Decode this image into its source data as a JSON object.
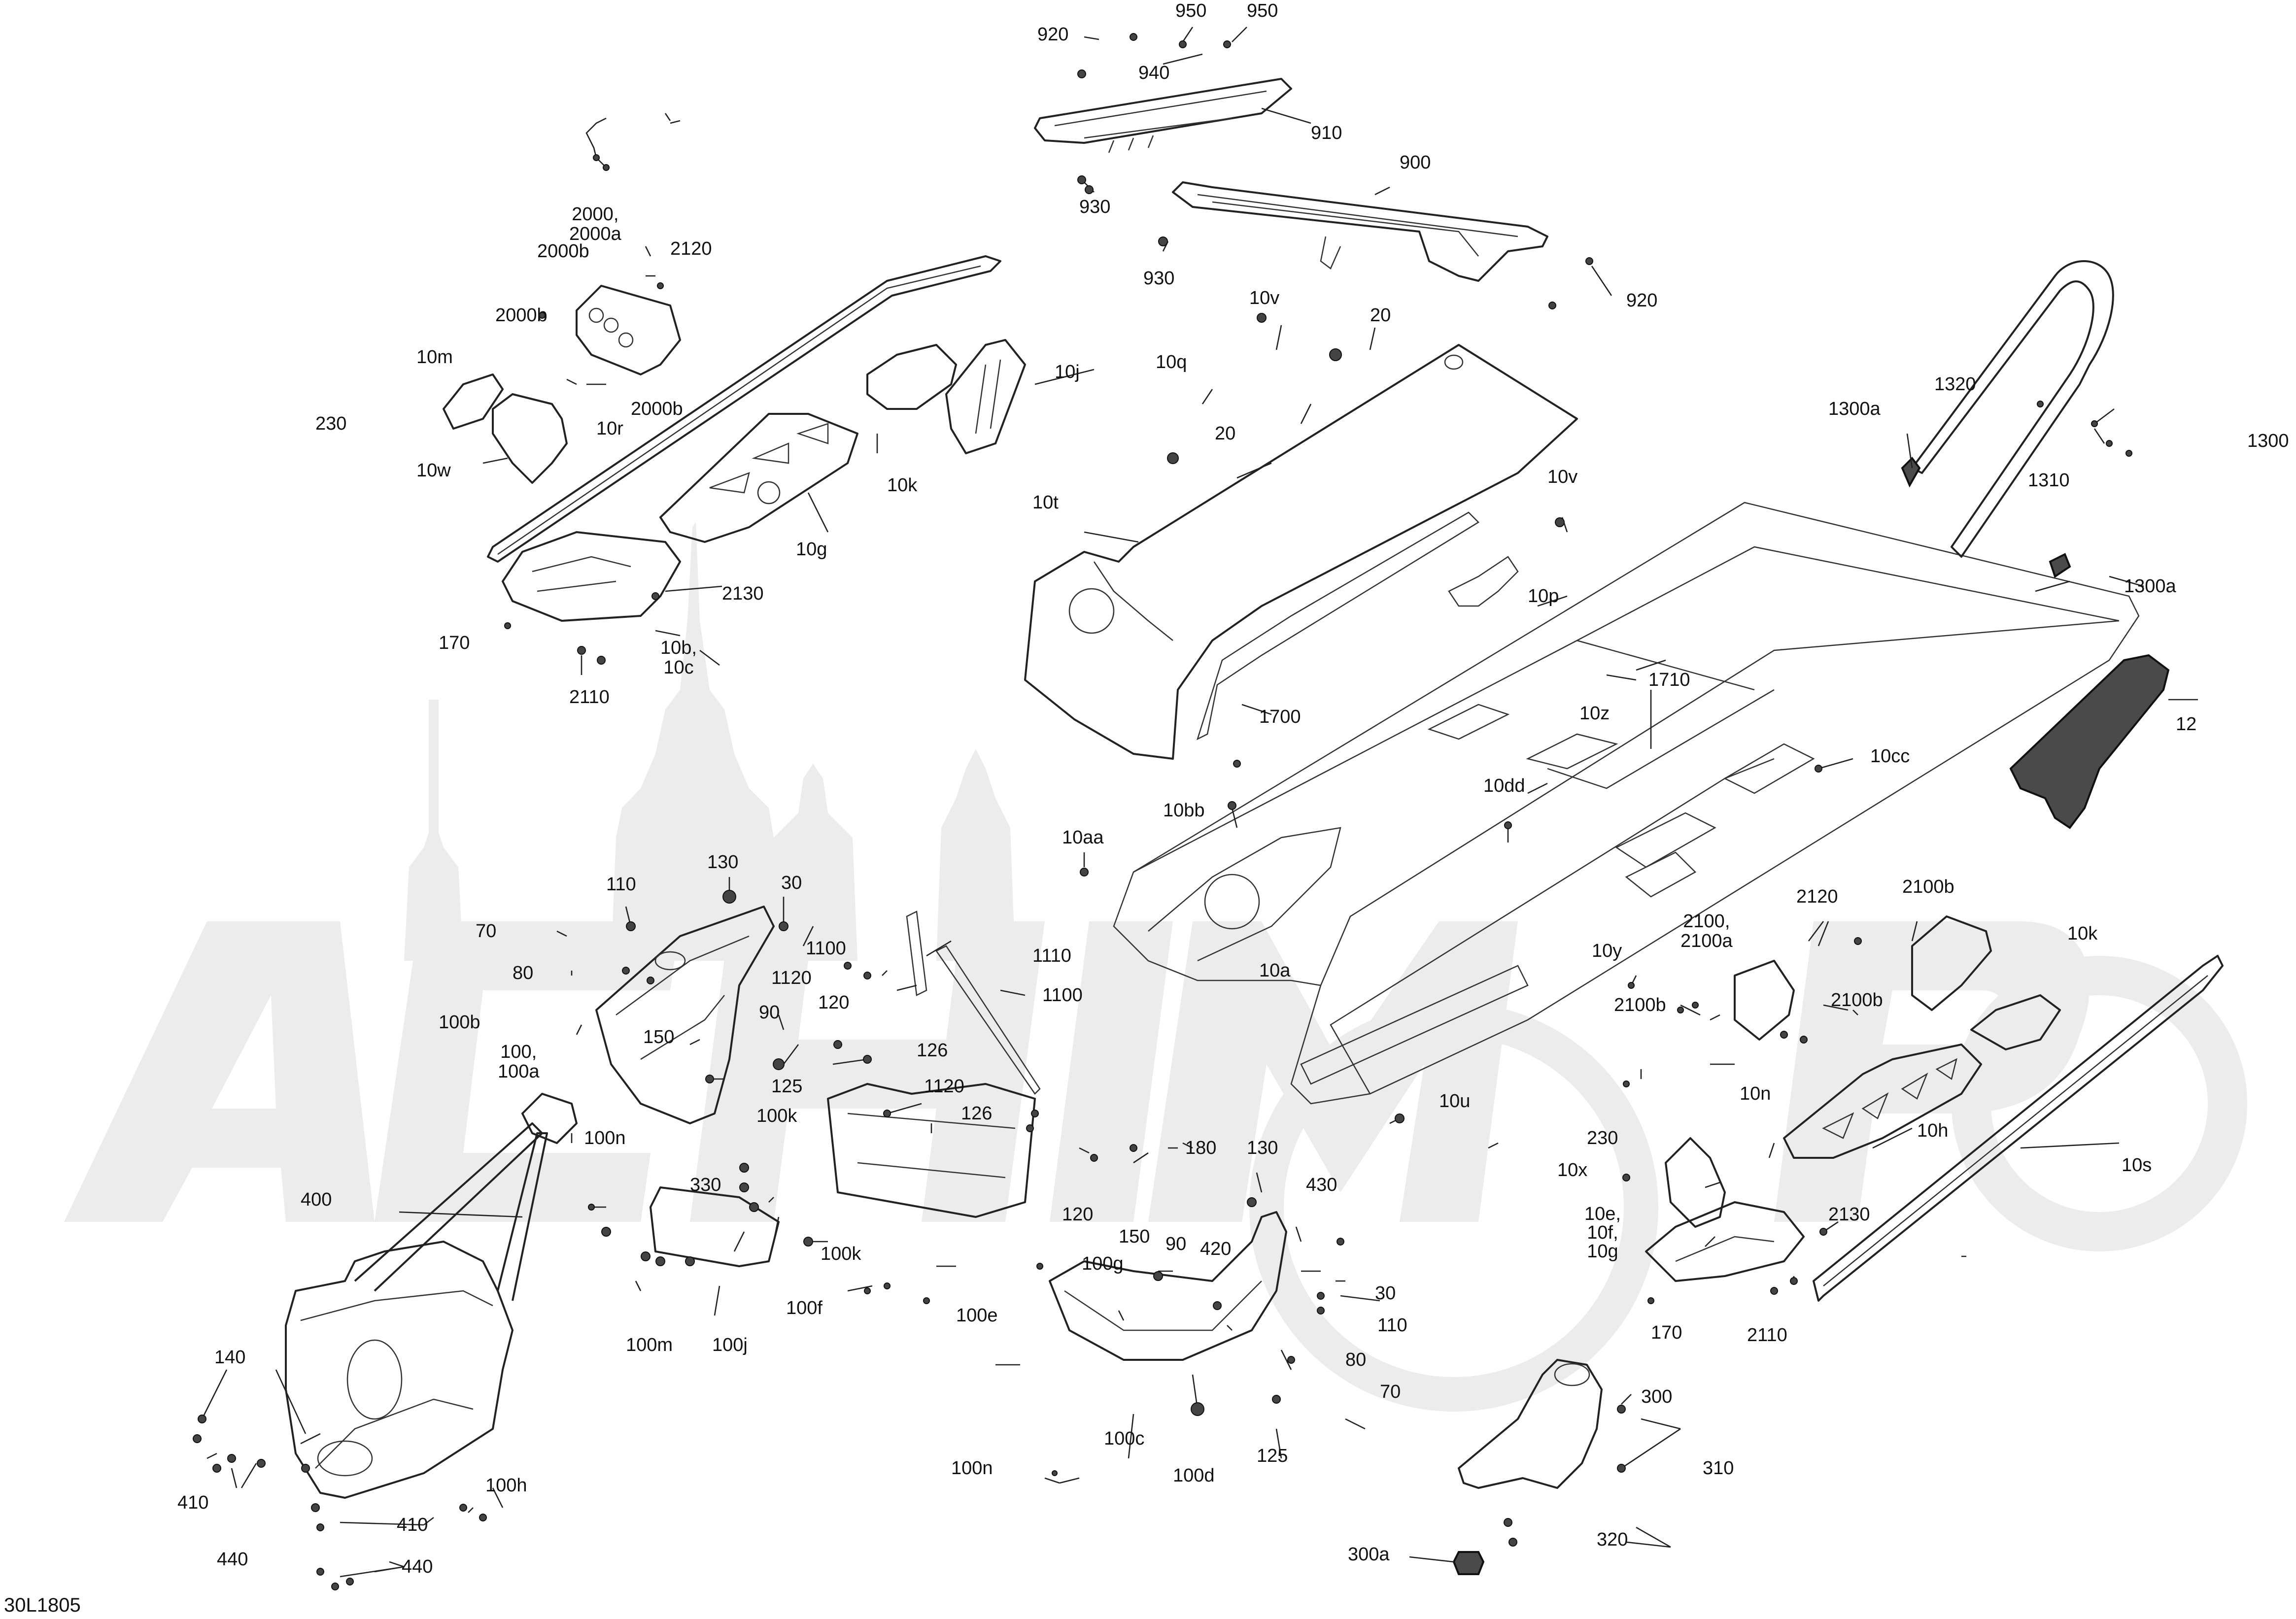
{
  "diagram_code": "30L1805",
  "labels": {
    "l920a": "920",
    "l950a": "950",
    "l950b": "950",
    "l940": "940",
    "l910": "910",
    "l930a": "930",
    "l900": "900",
    "l930b": "930",
    "l920b": "920",
    "l2000": "2000,\n2000a",
    "l2000b1": "2000b",
    "l2120a": "2120",
    "l2000b2": "2000b",
    "l10m": "10m",
    "l2000b3": "2000b",
    "l230a": "230",
    "l10r": "10r",
    "l10w": "10w",
    "l10j": "10j",
    "l10k1": "10k",
    "l10g": "10g",
    "l2130a": "2130",
    "l170a": "170",
    "l10bc": "10b,\n10c",
    "l2110a": "2110",
    "l10v1": "10v",
    "l20a": "20",
    "l10q": "10q",
    "l20b": "20",
    "l10t": "10t",
    "l10v2": "10v",
    "l10p": "10p",
    "l1710": "1710",
    "l1700": "1700",
    "l1300a1": "1300a",
    "l1320": "1320",
    "l1300": "1300",
    "l1310": "1310",
    "l1300a2": "1300a",
    "l12": "12",
    "l10z": "10z",
    "l10cc": "10cc",
    "l10dd": "10dd",
    "l10bb": "10bb",
    "l10aa": "10aa",
    "l130a": "130",
    "l30a": "30",
    "l110a": "110",
    "l70a": "70",
    "l80a": "80",
    "l1100a": "1100",
    "l1110": "1110",
    "l1120a": "1120",
    "l1100b": "1100",
    "l10a": "10a",
    "l150a": "150",
    "l100b": "100b",
    "l100a": "100,\n100a",
    "l90a": "90",
    "l120a": "120",
    "l126a": "126",
    "l125a": "125",
    "l1120b": "1120",
    "l126b": "126",
    "l180": "180",
    "l100k1": "100k",
    "l330": "330",
    "l100k2": "100k",
    "l120b": "120",
    "l100n1": "100n",
    "l400": "400",
    "l130b": "130",
    "l430": "430",
    "l150b": "150",
    "l90b": "90",
    "l420": "420",
    "l100g": "100g",
    "l30b": "30",
    "l110b": "110",
    "l100f": "100f",
    "l100e": "100e",
    "l100m": "100m",
    "l100j": "100j",
    "l80b": "80",
    "l70b": "70",
    "l100c": "100c",
    "l100d": "100d",
    "l125b": "125",
    "l100n2": "100n",
    "l140": "140",
    "l410a": "410",
    "l100h": "100h",
    "l410b": "410",
    "l440a": "440",
    "l440b": "440",
    "l2120b": "2120",
    "l2100b1": "2100b",
    "l2100": "2100,\n2100a",
    "l10k2": "10k",
    "l10y": "10y",
    "l2100b2": "2100b",
    "l2100b3": "2100b",
    "l10n": "10n",
    "l10u": "10u",
    "l230b": "230",
    "l10h": "10h",
    "l10x": "10x",
    "l10s": "10s",
    "l10efg": "10e,\n10f,\n10g",
    "l2130b": "2130",
    "l170b": "170",
    "l2110b": "2110",
    "l300": "300",
    "l310": "310",
    "l320": "320",
    "l300a": "300a"
  }
}
